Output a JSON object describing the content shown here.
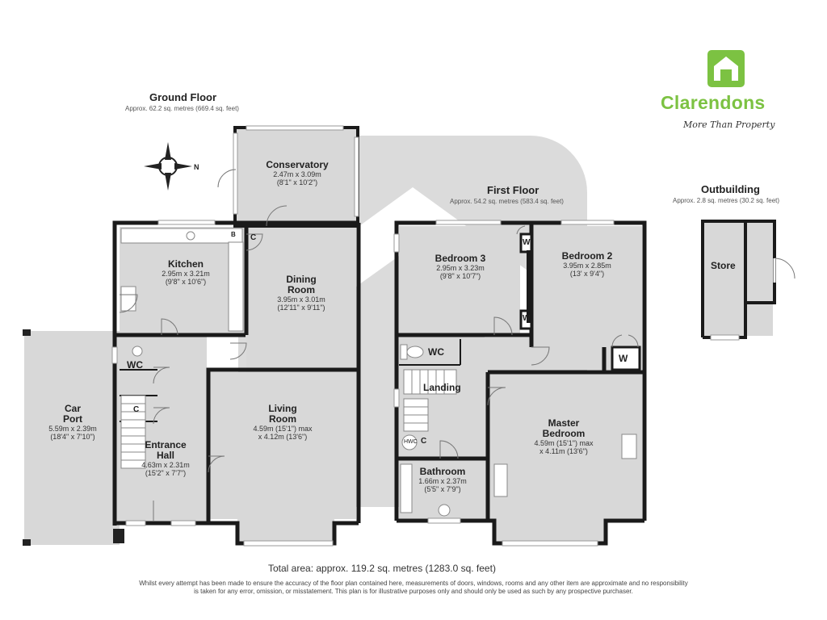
{
  "brand": {
    "name": "Clarendons",
    "tagline": "More Than Property",
    "color": "#7cc242"
  },
  "ground_floor": {
    "title": "Ground Floor",
    "area": "Approx. 62.2 sq. metres (669.4 sq. feet)",
    "rooms": {
      "conservatory": {
        "name": "Conservatory",
        "dim1": "2.47m x 3.09m",
        "dim2": "(8'1\" x 10'2\")"
      },
      "kitchen": {
        "name": "Kitchen",
        "dim1": "2.95m x 3.21m",
        "dim2": "(9'8\" x 10'6\")"
      },
      "dining": {
        "name1": "Dining",
        "name2": "Room",
        "dim1": "3.95m x 3.01m",
        "dim2": "(12'11\" x 9'11\")"
      },
      "living": {
        "name1": "Living",
        "name2": "Room",
        "dim1": "4.59m (15'1\") max",
        "dim2": "x 4.12m (13'6\")"
      },
      "carport": {
        "name1": "Car",
        "name2": "Port",
        "dim1": "5.59m x 2.39m",
        "dim2": "(18'4\" x 7'10\")"
      },
      "entrance": {
        "name1": "Entrance",
        "name2": "Hall",
        "dim1": "4.63m x 2.31m",
        "dim2": "(15'2\" x 7'7\")"
      },
      "wc": {
        "name": "WC"
      },
      "cupboard_c1": "C",
      "cupboard_c2": "C",
      "boiler": "B"
    }
  },
  "first_floor": {
    "title": "First Floor",
    "area": "Approx. 54.2 sq. metres (583.4 sq. feet)",
    "rooms": {
      "bedroom3": {
        "name": "Bedroom 3",
        "dim1": "2.95m x 3.23m",
        "dim2": "(9'8\" x 10'7\")"
      },
      "bedroom2": {
        "name": "Bedroom 2",
        "dim1": "3.95m x 2.85m",
        "dim2": "(13' x 9'4\")"
      },
      "wc": {
        "name": "WC"
      },
      "landing": {
        "name": "Landing"
      },
      "bathroom": {
        "name": "Bathroom",
        "dim1": "1.66m x 2.37m",
        "dim2": "(5'5\" x 7'9\")"
      },
      "master": {
        "name1": "Master",
        "name2": "Bedroom",
        "dim1": "4.59m (15'1\") max",
        "dim2": "x 4.11m (13'6\")"
      },
      "wardrobe1": "W",
      "wardrobe2": "W",
      "wardrobe3": "W",
      "hwc": "HWC",
      "cupboard": "C"
    }
  },
  "outbuilding": {
    "title": "Outbuilding",
    "area": "Approx. 2.8 sq. metres (30.2 sq. feet)",
    "store": "Store"
  },
  "compass": {
    "label": "N"
  },
  "total": "Total area: approx. 119.2 sq. metres (1283.0 sq. feet)",
  "disclaimer": "Whilst every attempt has been made to ensure the accuracy of the floor plan contained here, measurements of doors, windows, rooms and any other item are approximate and no responsibility is taken for any error, omission, or misstatement. This plan is for illustrative purposes only and should only be used as such by any prospective purchaser."
}
